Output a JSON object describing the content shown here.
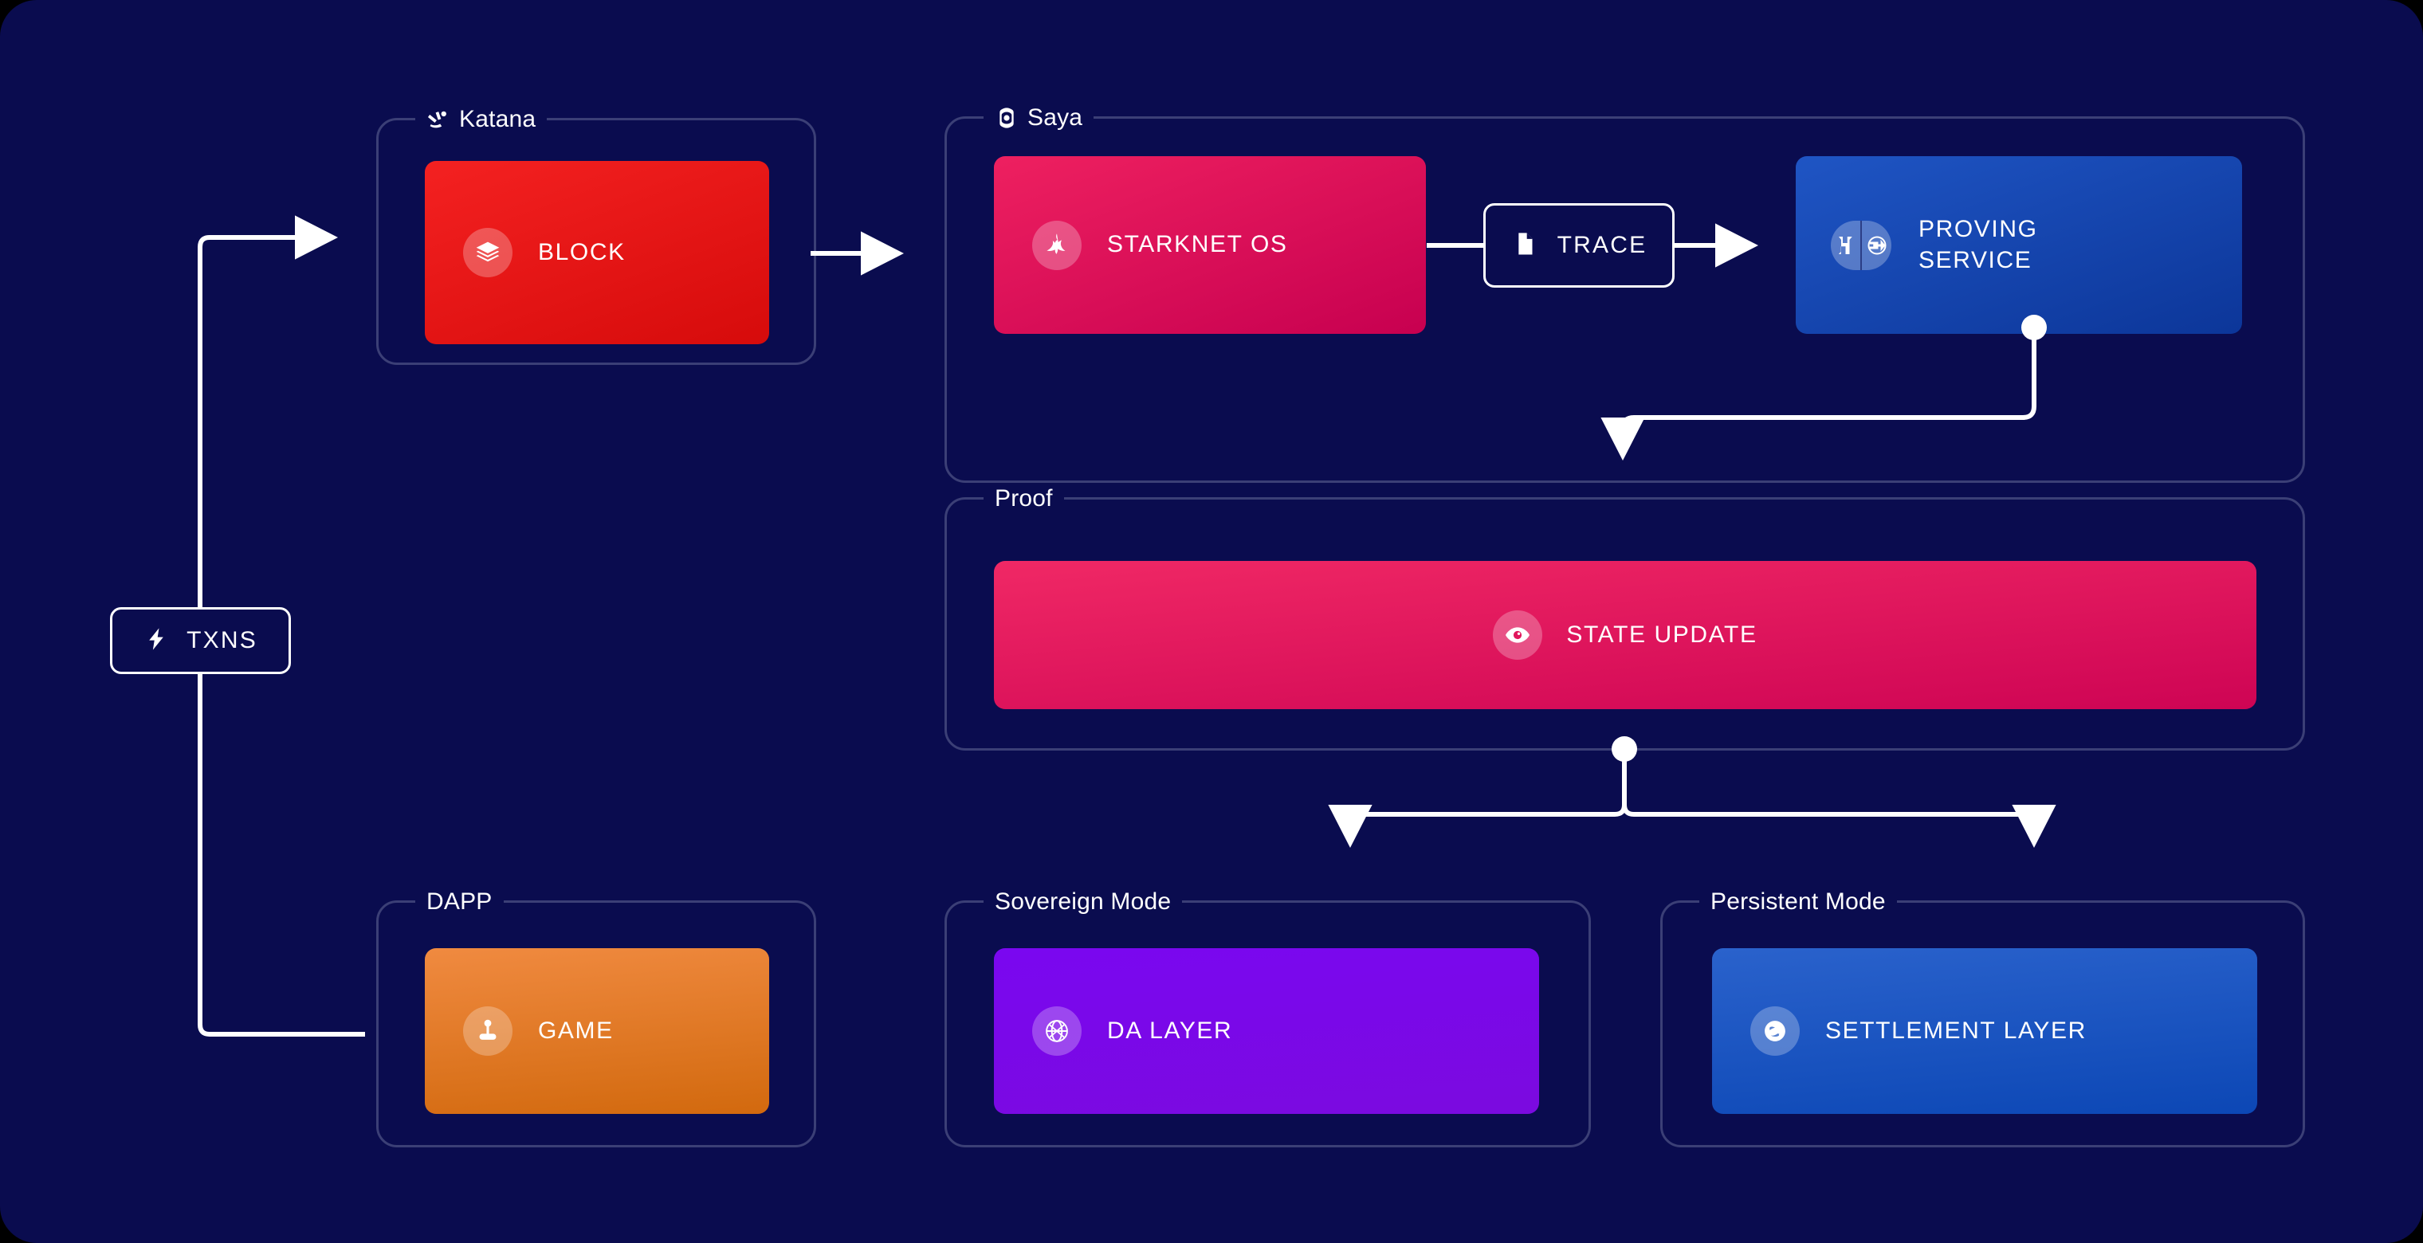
{
  "diagram": {
    "title": "Katana / Saya rollup architecture flow",
    "background_color": "#0A0C4F",
    "group_border_color": "#3B3F76",
    "wire_color": "#FFFFFF"
  },
  "groups": [
    {
      "id": "katana",
      "label": "Katana",
      "icon": "katana-logo-icon"
    },
    {
      "id": "saya",
      "label": "Saya",
      "icon": "saya-logo-icon"
    },
    {
      "id": "proof",
      "label": "Proof",
      "icon": ""
    },
    {
      "id": "dapp",
      "label": "DAPP",
      "icon": ""
    },
    {
      "id": "sovereign",
      "label": "Sovereign Mode",
      "icon": ""
    },
    {
      "id": "persistent",
      "label": "Persistent Mode",
      "icon": ""
    }
  ],
  "nodes": {
    "txns": {
      "label": "TXNS",
      "icon": "bolt-icon",
      "style": "outlined"
    },
    "block": {
      "label": "BLOCK",
      "icon": "layers-icon",
      "color": "#ED1616"
    },
    "starknet": {
      "label": "STARKNET OS",
      "icon": "starknet-icon",
      "color": "#DB1058"
    },
    "trace": {
      "label": "TRACE",
      "icon": "file-icon",
      "style": "outlined"
    },
    "proving": {
      "label": "PROVING\nSERVICE",
      "line1": "PROVING",
      "line2": "SERVICE",
      "icon": "herodotus-atlantic-icon",
      "color": "#1648AE"
    },
    "state": {
      "label": "STATE UPDATE",
      "icon": "eye-icon",
      "color": "#E0175C"
    },
    "game": {
      "label": "GAME",
      "icon": "joystick-icon",
      "color": "#E17A27"
    },
    "da": {
      "label": "DA LAYER",
      "icon": "celestia-icon",
      "color": "#7A08E8"
    },
    "settlement": {
      "label": "SETTLEMENT LAYER",
      "icon": "starknet-settlement-icon",
      "color": "#1B55C0"
    }
  },
  "edges": [
    {
      "from": "txns",
      "to": "block",
      "arrow": true
    },
    {
      "from": "block",
      "to": "starknet",
      "arrow": true
    },
    {
      "from": "starknet",
      "to": "trace",
      "arrow": false
    },
    {
      "from": "trace",
      "to": "proving",
      "arrow": true
    },
    {
      "from": "proving",
      "to": "proof",
      "arrow": true
    },
    {
      "from": "state",
      "to": "da",
      "arrow": true
    },
    {
      "from": "state",
      "to": "settlement",
      "arrow": true
    },
    {
      "from": "game",
      "to": "txns",
      "arrow": false
    }
  ]
}
